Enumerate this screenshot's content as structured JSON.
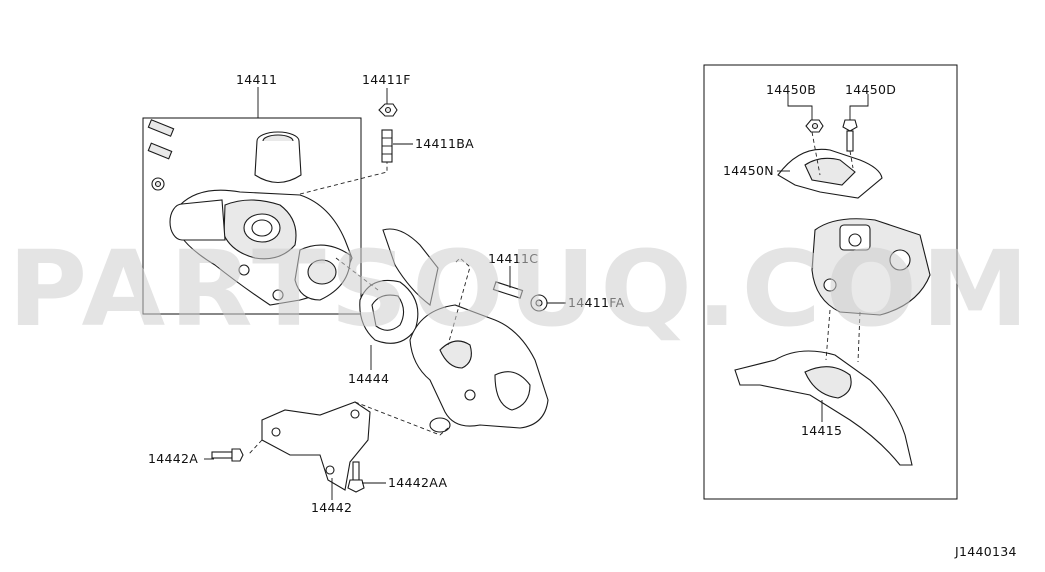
{
  "watermark": "PARTSOUQ.COM",
  "diagram_id": "J1440134",
  "callouts": {
    "p14411": "14411",
    "p14411F": "14411F",
    "p14411BA": "14411BA",
    "p14411C": "14411C",
    "p14411FA": "14411FA",
    "p14444": "14444",
    "p14442A": "14442A",
    "p14442AA": "14442AA",
    "p14442": "14442",
    "p14450B": "14450B",
    "p14450D": "14450D",
    "p14450N": "14450N",
    "p14415": "14415"
  }
}
